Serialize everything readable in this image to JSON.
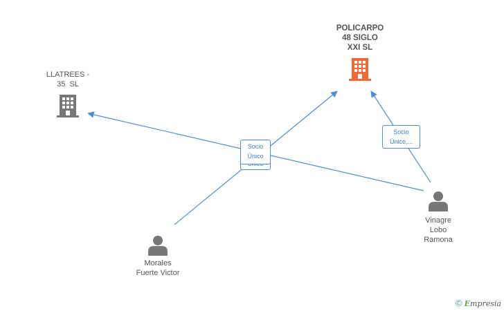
{
  "companies": [
    {
      "id": "policarpo",
      "name_lines": [
        "POLICARPO",
        "48 SIGLO",
        "XXI SL"
      ],
      "color": "#f06a35"
    },
    {
      "id": "llatrees",
      "name_lines": [
        "LLATREES -",
        "35  SL"
      ],
      "color": "#777777"
    }
  ],
  "persons": [
    {
      "id": "vinagre",
      "name_lines": [
        "Vinagre",
        "Lobo",
        "Ramona"
      ]
    },
    {
      "id": "morales",
      "name_lines": [
        "Morales",
        "Fuerte Victor"
      ]
    }
  ],
  "edge_labels": [
    {
      "id": "lbl-center",
      "lines": [
        "Socio",
        "Único",
        "Único"
      ]
    },
    {
      "id": "lbl-right",
      "lines": [
        "Socio",
        "Único,..."
      ]
    }
  ],
  "edge_color": "#4a8fd8",
  "watermark": {
    "copyright": "©",
    "brand_initial": "E",
    "brand_rest": "mpresia"
  }
}
